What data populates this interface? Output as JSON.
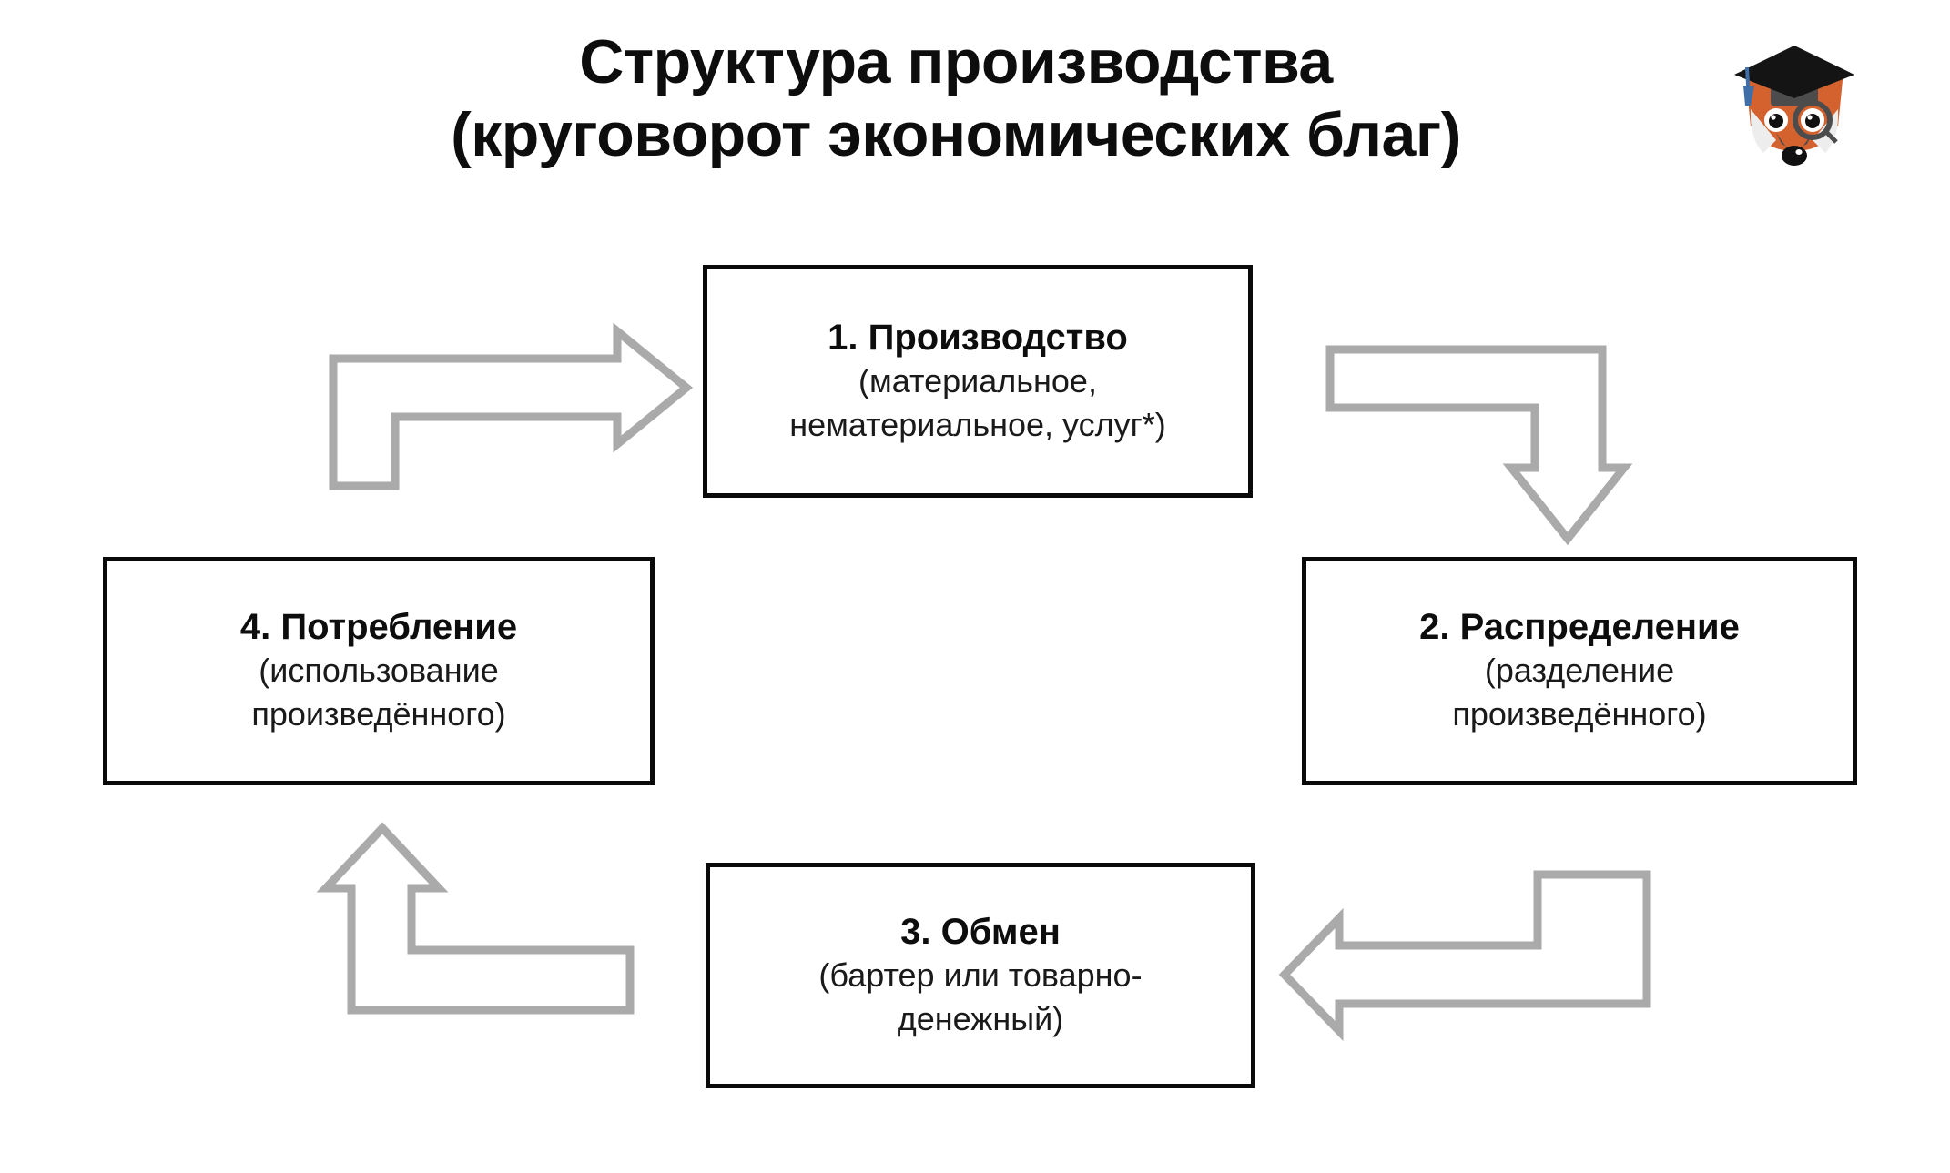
{
  "title": {
    "line1": "Структура производства",
    "line2": "(круговорот экономических благ)"
  },
  "logo": {
    "name": "fox-graduate-logo",
    "colors": {
      "fur": "#D4622F",
      "cap": "#1A1A1A",
      "cap_top": "#4C4C4C",
      "tassel": "#3F6FA8",
      "muzzle": "#EDEDED",
      "inner_ear": "#4C4C4C",
      "nose": "#111111",
      "monocle": "#4C4C4C"
    }
  },
  "diagram": {
    "type": "cycle",
    "accent_box_border": "#0A0A0A",
    "accent_arrow": "#AAAAAA",
    "nodes": [
      {
        "id": "node-1",
        "position": "top-center",
        "heading": "1. Производство",
        "sub_line1": "(материальное,",
        "sub_line2": "нематериальное, услуг*)"
      },
      {
        "id": "node-2",
        "position": "right",
        "heading": "2. Распределение",
        "sub_line1": "(разделение",
        "sub_line2": "произведённого)"
      },
      {
        "id": "node-3",
        "position": "bottom-center",
        "heading": "3. Обмен",
        "sub_line1": "(бартер или товарно-",
        "sub_line2": "денежный)"
      },
      {
        "id": "node-4",
        "position": "left",
        "heading": "4. Потребление",
        "sub_line1": "(использование",
        "sub_line2": "произведённого)"
      }
    ],
    "arrows": [
      {
        "id": "arrow-1",
        "from": "node-4",
        "to": "node-1",
        "direction": "right"
      },
      {
        "id": "arrow-2",
        "from": "node-1",
        "to": "node-2",
        "direction": "down"
      },
      {
        "id": "arrow-3",
        "from": "node-2",
        "to": "node-3",
        "direction": "left"
      },
      {
        "id": "arrow-4",
        "from": "node-3",
        "to": "node-4",
        "direction": "up"
      }
    ]
  }
}
